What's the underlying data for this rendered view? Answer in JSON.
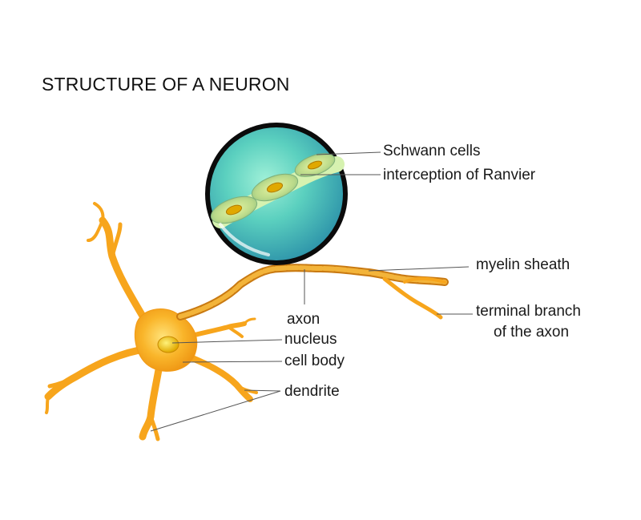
{
  "diagram": {
    "title": "STRUCTURE OF A NEURON",
    "labels": {
      "schwann_cells": "Schwann cells",
      "ranvier": "interception of Ranvier",
      "myelin": "myelin sheath",
      "terminal_line1": "terminal branch",
      "terminal_line2": "of the axon",
      "axon": "axon",
      "nucleus": "nucleus",
      "cell_body": "cell body",
      "dendrite": "dendrite"
    },
    "colors": {
      "neuron": "#f7a51c",
      "neuron_light": "#ffd45a",
      "myelin": "#c97a12",
      "circle_fill": "#4fc7b8",
      "circle_border": "#0b0b0b",
      "leader_line": "#555555"
    }
  }
}
